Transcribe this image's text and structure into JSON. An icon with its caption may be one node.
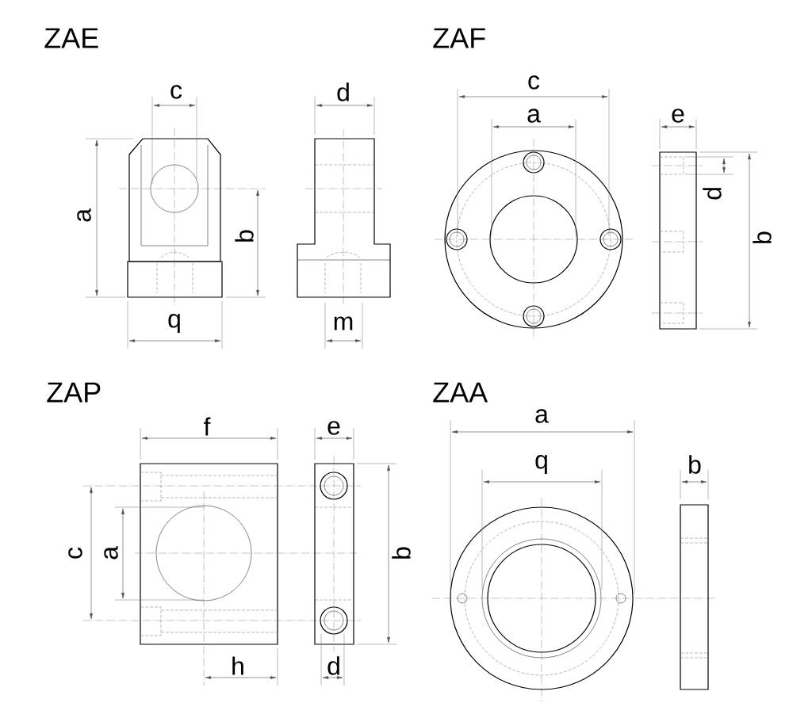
{
  "diagram": {
    "labels": [
      "ZAE",
      "c",
      "d",
      "a",
      "b",
      "q",
      "m",
      "ZAF",
      "c",
      "a",
      "e",
      "d",
      "b",
      "ZAP",
      "f",
      "e",
      "c",
      "a",
      "b",
      "h",
      "d",
      "ZAA",
      "a",
      "q",
      "b"
    ]
  }
}
